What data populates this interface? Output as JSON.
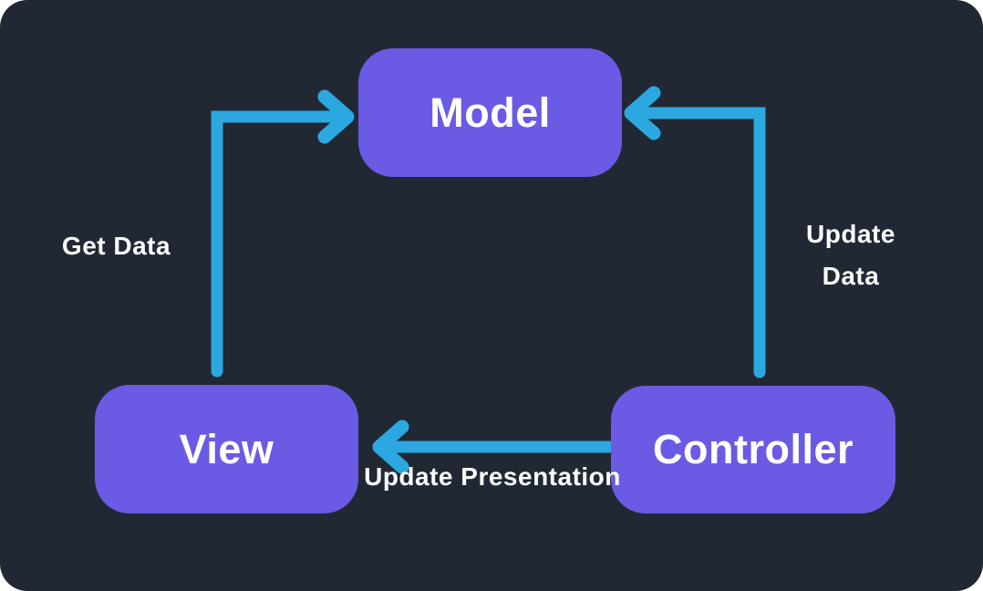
{
  "diagram": {
    "type": "architecture-flow",
    "subject": "MVC pattern",
    "colors": {
      "background": "#212834",
      "node_fill": "#6A5AE4",
      "arrow": "#2BA8E0",
      "text": "#FFFFFF"
    },
    "nodes": [
      {
        "id": "model",
        "label": "Model"
      },
      {
        "id": "view",
        "label": "View"
      },
      {
        "id": "controller",
        "label": "Controller"
      }
    ],
    "edges": [
      {
        "from": "view",
        "to": "model",
        "label": "Get Data"
      },
      {
        "from": "controller",
        "to": "model",
        "label": "Update Data"
      },
      {
        "from": "controller",
        "to": "view",
        "label": "Update Presentation"
      }
    ]
  }
}
